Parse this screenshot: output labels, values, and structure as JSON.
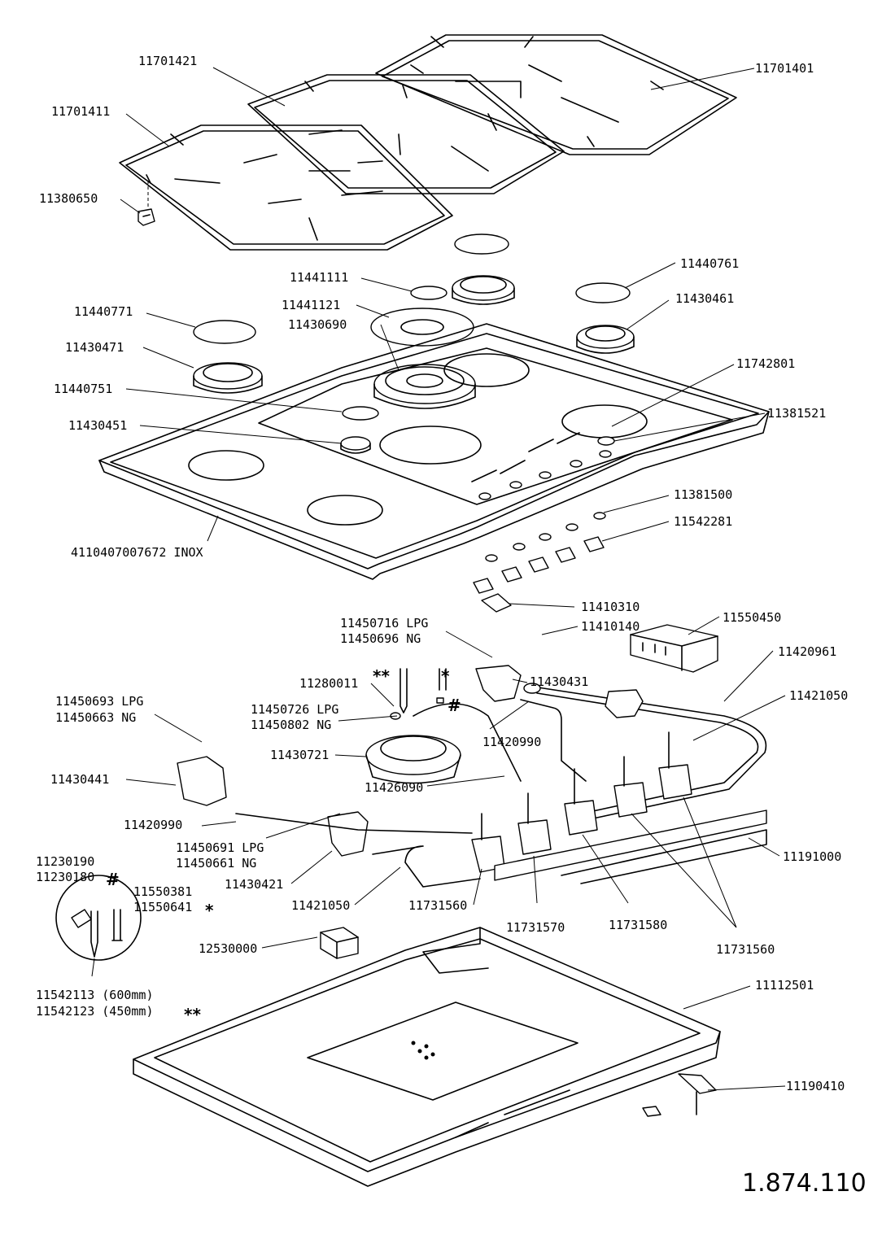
{
  "diagram": {
    "drawing_number": "1.874.110",
    "labels": [
      {
        "id": "grid-right",
        "text": "11701401"
      },
      {
        "id": "grid-middle",
        "text": "11701421"
      },
      {
        "id": "grid-left",
        "text": "11701411"
      },
      {
        "id": "grid-foot",
        "text": "11380650"
      },
      {
        "id": "cap-aux",
        "text": "11441111"
      },
      {
        "id": "cap-right",
        "text": "11440761"
      },
      {
        "id": "ring-wok",
        "text": "11441121"
      },
      {
        "id": "cap-left",
        "text": "11440771"
      },
      {
        "id": "burner-wok",
        "text": "11430690"
      },
      {
        "id": "burner-right",
        "text": "11430461"
      },
      {
        "id": "burner-left",
        "text": "11430471"
      },
      {
        "id": "clip-panel",
        "text": "11742801"
      },
      {
        "id": "cap-small",
        "text": "11440751"
      },
      {
        "id": "gasket-top",
        "text": "11381521"
      },
      {
        "id": "burner-small",
        "text": "11430451"
      },
      {
        "id": "gasket-knob",
        "text": "11381500"
      },
      {
        "id": "knob",
        "text": "11542281"
      },
      {
        "id": "hob-top",
        "text": "4110407007672 INOX"
      },
      {
        "id": "elbow",
        "text": "11410310"
      },
      {
        "id": "seal",
        "text": "11410140"
      },
      {
        "id": "injector-lpg-1",
        "text": "11450716 LPG"
      },
      {
        "id": "injector-ng-1",
        "text": "11450696 NG"
      },
      {
        "id": "spark-gen",
        "text": "11550450"
      },
      {
        "id": "pipe-main",
        "text": "11420961"
      },
      {
        "id": "thermocouple-tip",
        "text": "11280011"
      },
      {
        "id": "burner-base-1",
        "text": "11430431"
      },
      {
        "id": "pipe-2",
        "text": "11421050"
      },
      {
        "id": "injector-lpg-2",
        "text": "11450693 LPG"
      },
      {
        "id": "injector-ng-2",
        "text": "11450663 NG"
      },
      {
        "id": "injector-lpg-3",
        "text": "11450726 LPG"
      },
      {
        "id": "injector-ng-3",
        "text": "11450802 NG"
      },
      {
        "id": "pipe-3",
        "text": "11420990"
      },
      {
        "id": "wok-base",
        "text": "11430721"
      },
      {
        "id": "burner-base-2",
        "text": "11430441"
      },
      {
        "id": "pipe-4",
        "text": "11426090"
      },
      {
        "id": "pipe-5",
        "text": "11420990"
      },
      {
        "id": "injector-lpg-4",
        "text": "11450691  LPG"
      },
      {
        "id": "injector-ng-4",
        "text": "11450661  NG"
      },
      {
        "id": "rail",
        "text": "11191000"
      },
      {
        "id": "thermo-a",
        "text": "11230190"
      },
      {
        "id": "thermo-b",
        "text": "11230180"
      },
      {
        "id": "burner-base-3",
        "text": "11430421"
      },
      {
        "id": "electrode-a",
        "text": "11550381"
      },
      {
        "id": "electrode-b",
        "text": "11550641"
      },
      {
        "id": "pipe-6",
        "text": "11421050"
      },
      {
        "id": "valve-1",
        "text": "11731560"
      },
      {
        "id": "valve-2",
        "text": "11731570"
      },
      {
        "id": "valve-3",
        "text": "11731580"
      },
      {
        "id": "valve-4",
        "text": "11731560"
      },
      {
        "id": "connector",
        "text": "12530000"
      },
      {
        "id": "ignition-cable-a",
        "text": "11542113  (600mm)"
      },
      {
        "id": "ignition-cable-b",
        "text": "11542123  (450mm)"
      },
      {
        "id": "base-tray",
        "text": "11112501"
      },
      {
        "id": "bracket",
        "text": "11190410"
      }
    ],
    "marks": {
      "double_star": "**",
      "star": "*",
      "hash": "#"
    }
  }
}
